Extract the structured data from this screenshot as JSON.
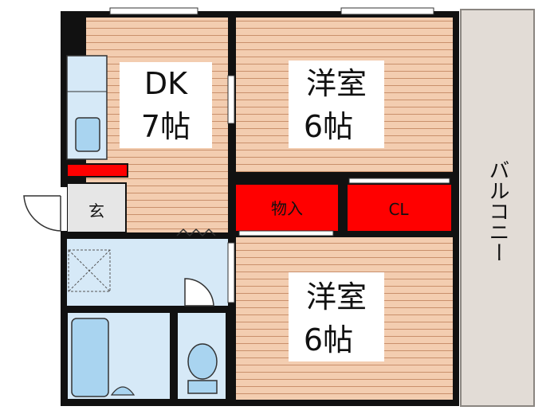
{
  "floor_plan": {
    "rooms": {
      "dk": {
        "name": "DK",
        "size": "7帖"
      },
      "western_top": {
        "name": "洋室",
        "size": "6帖"
      },
      "western_bottom": {
        "name": "洋室",
        "size": "6帖"
      },
      "storage": {
        "name": "物入"
      },
      "closet": {
        "name": "CL"
      },
      "entrance": {
        "name": "玄"
      },
      "balcony": {
        "name": "バルコニー"
      }
    },
    "colors": {
      "wall": "#111111",
      "floor_wood": "#f3cdb0",
      "floor_line": "#c9906c",
      "storage_red": "#ff0000",
      "wet_area_blue": "#d6e9f7",
      "fixture_blue": "#a9d4f0",
      "balcony_gray": "#e2dcd6"
    }
  }
}
